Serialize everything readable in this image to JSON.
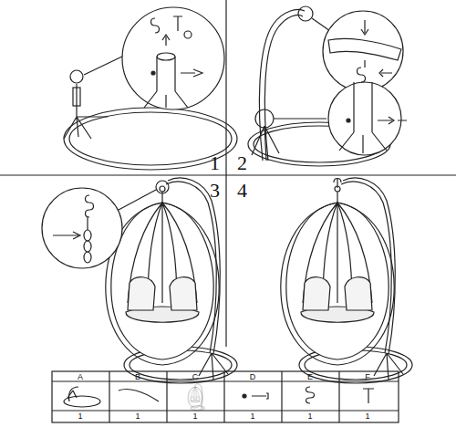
{
  "diagram": {
    "labels": [
      "1",
      "2",
      "3",
      "4",
      "A",
      "B",
      "C",
      "D",
      "E",
      "F",
      "1",
      "1",
      "1",
      "1",
      "1",
      "1"
    ]
  }
}
